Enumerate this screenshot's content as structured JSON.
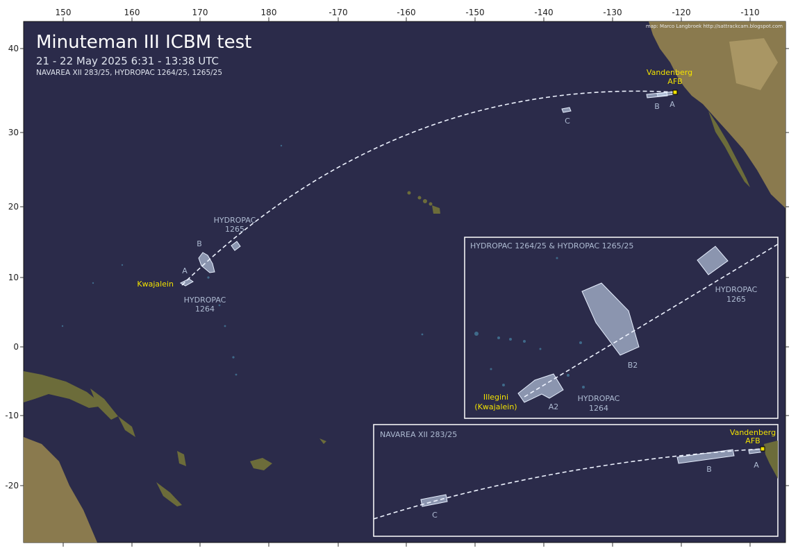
{
  "title": "Minuteman III ICBM test",
  "subtitle": "21 - 22 May 2025   6:31 - 13:38 UTC",
  "notices": "NAVAREA XII 283/25, HYDROPAC 1264/25, 1265/25",
  "credit": "map: Marco Langbroek   http://sattrackcam.blogspot.com",
  "axes": {
    "x_ticks": [
      "150",
      "160",
      "170",
      "180",
      "-170",
      "-160",
      "-150",
      "-140",
      "-130",
      "-120",
      "-110"
    ],
    "y_ticks": [
      "40",
      "30",
      "20",
      "10",
      "0",
      "-10",
      "-20"
    ]
  },
  "main_map": {
    "places": {
      "vandenberg_line1": "Vandenberg",
      "vandenberg_line2": "AFB",
      "kwajalein": "Kwajalein"
    },
    "zone_labels": {
      "a_east": "A",
      "b_east": "B",
      "c": "C",
      "a_west": "A",
      "b_west": "B",
      "hydropac_1265_line1": "HYDROPAC",
      "hydropac_1265_line2": "1265",
      "hydropac_1264_line1": "HYDROPAC",
      "hydropac_1264_line2": "1264"
    }
  },
  "inset_hydropac": {
    "title": "HYDROPAC 1264/25 & HYDROPAC 1265/25",
    "hydropac_1265_line1": "HYDROPAC",
    "hydropac_1265_line2": "1265",
    "b2": "B2",
    "a2": "A2",
    "hydropac_1264_line1": "HYDROPAC",
    "hydropac_1264_line2": "1264",
    "place_line1": "Illegini",
    "place_line2": "(Kwajalein)"
  },
  "inset_navarea": {
    "title": "NAVAREA XII 283/25",
    "vandenberg_line1": "Vandenberg",
    "vandenberg_line2": "AFB",
    "a": "A",
    "b": "B",
    "c": "C"
  },
  "colors": {
    "ocean": "#2b2b4a",
    "zone_fill": "#c7d6ee",
    "trajectory": "#eef3ff",
    "label_yellow": "#f2e200",
    "label_grey": "#aebbd2"
  }
}
